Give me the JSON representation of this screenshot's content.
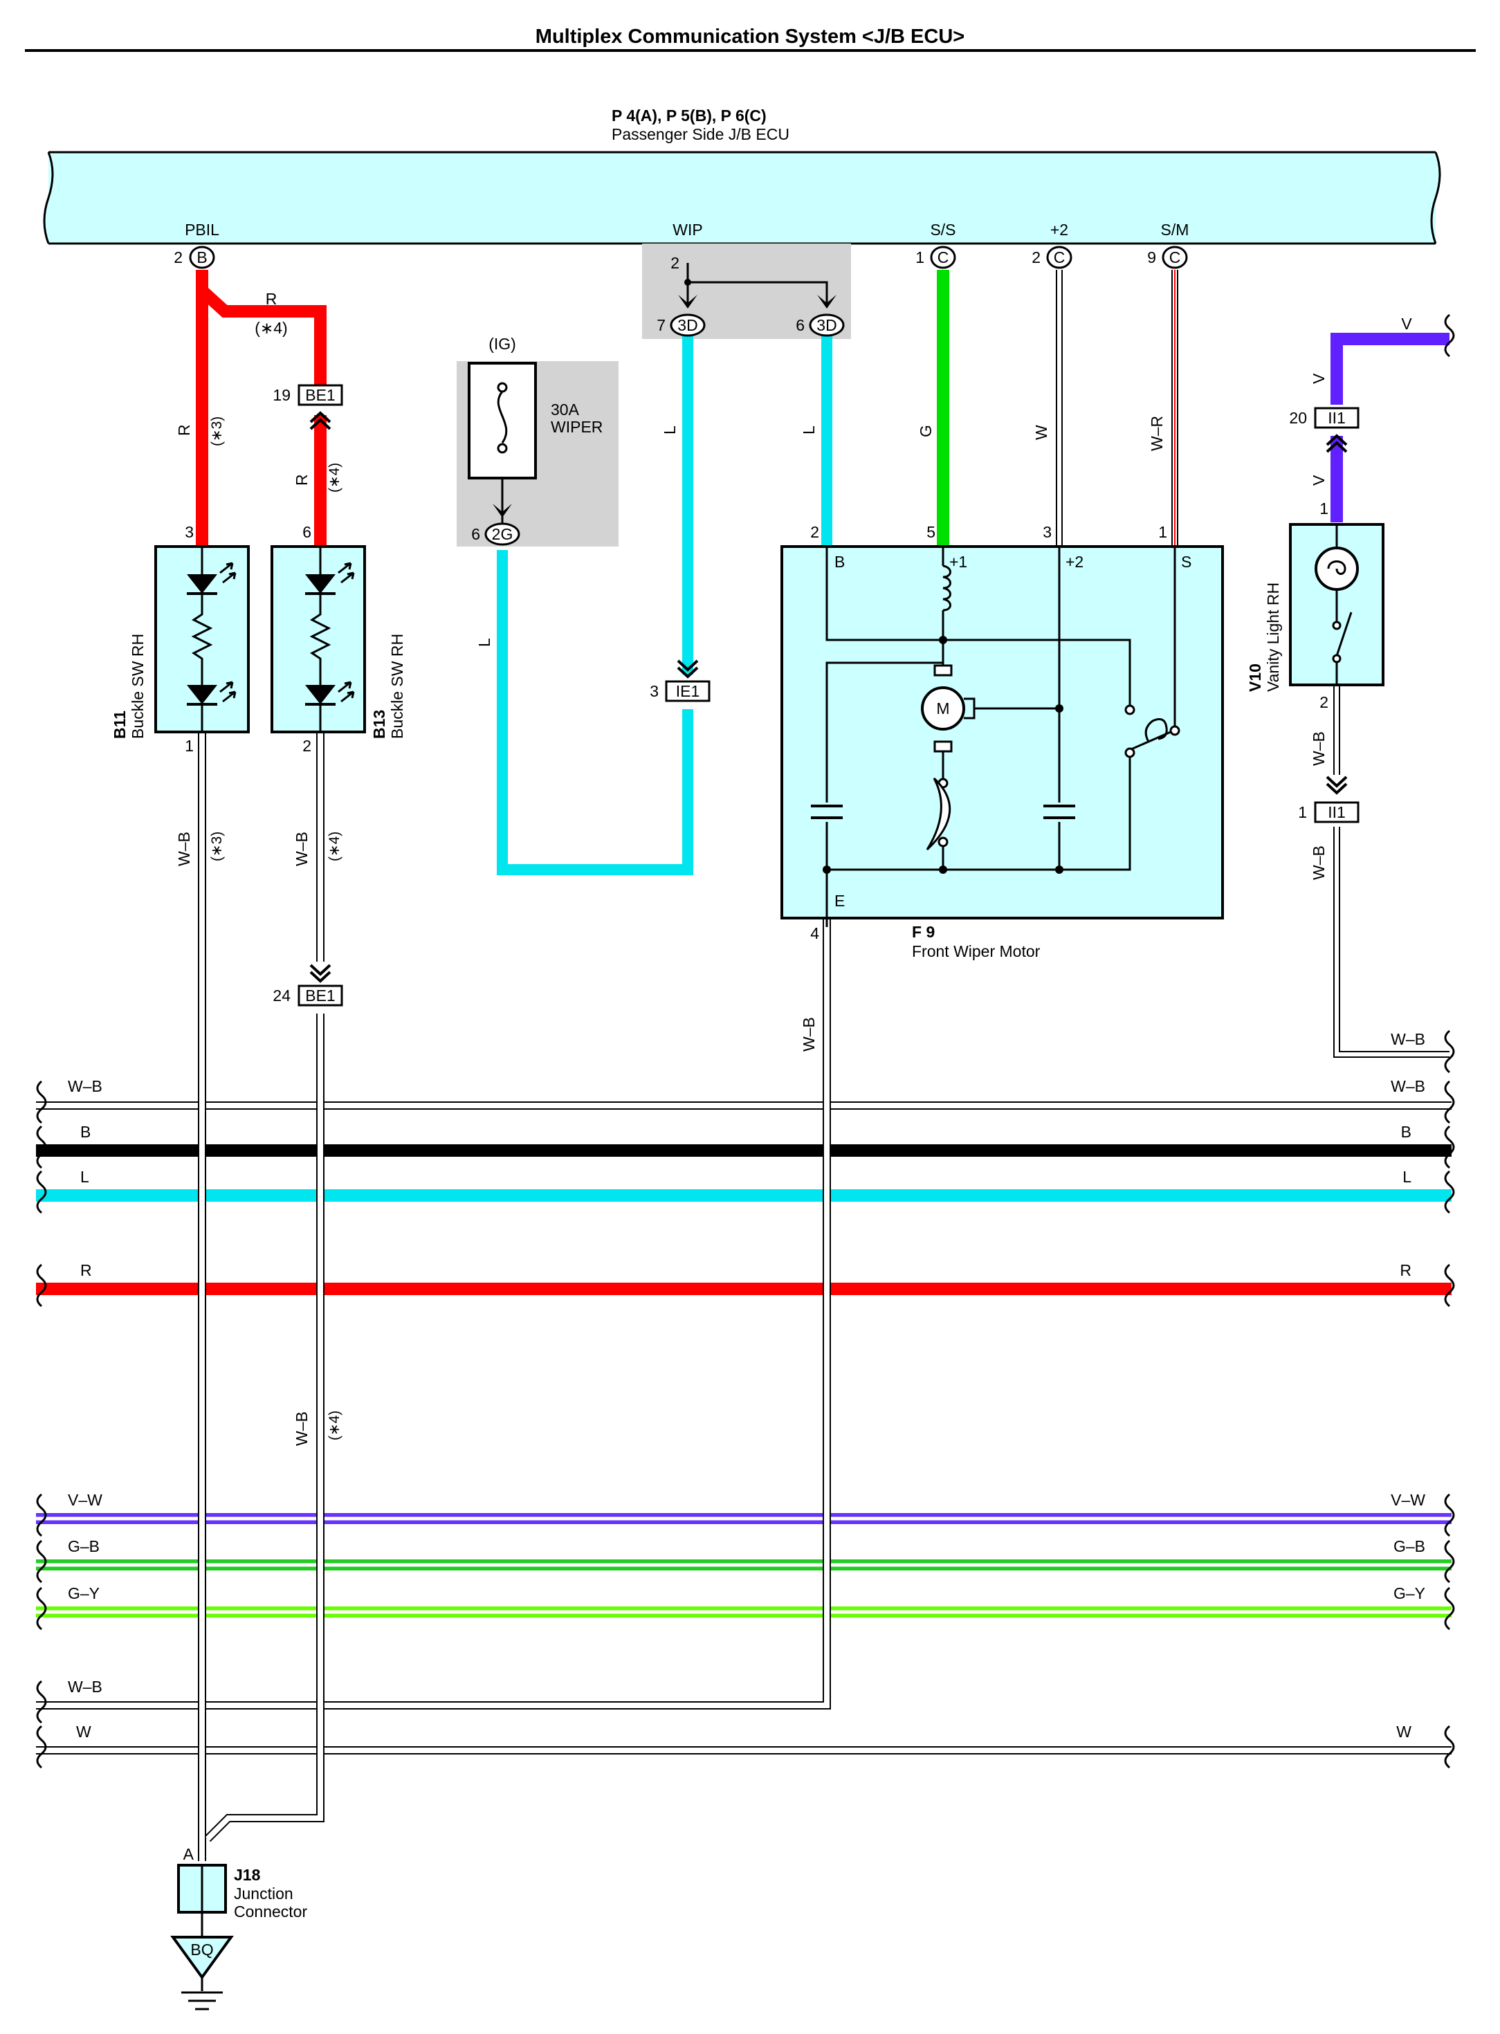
{
  "title": "Multiplex Communication System <J/B ECU>",
  "colors": {
    "ecu_fill": "#ccffff",
    "gray_box": "#d3d3d3",
    "R": "#ff0000",
    "L": "#00e5ee",
    "G": "#00e000",
    "B": "#000000",
    "V": "#6020ff",
    "VW_stripe": "#6633ff",
    "GB_stripe": "#22cc22",
    "GY_stripe": "#66ff00",
    "W_R_stripe": "#ff0000"
  },
  "ecu": {
    "code": "P 4(A), P 5(B), P 6(C)",
    "name": "Passenger Side J/B ECU",
    "terminals": [
      {
        "id": "pbil",
        "name": "PBIL",
        "pin": "2",
        "conn": "B"
      },
      {
        "id": "wip",
        "name": "WIP",
        "pin": "",
        "conn": ""
      },
      {
        "id": "ss",
        "name": "S/S",
        "pin": "1",
        "conn": "C"
      },
      {
        "id": "p2",
        "name": "+2",
        "pin": "2",
        "conn": "C"
      },
      {
        "id": "sm",
        "name": "S/M",
        "pin": "9",
        "conn": "C"
      }
    ],
    "wip_pin": "2",
    "wip_3d_left_pin": "7",
    "wip_3d_left_conn": "3D",
    "wip_3d_right_pin": "6",
    "wip_3d_right_conn": "3D"
  },
  "fuse": {
    "circuit": "(IG)",
    "rating": "30A",
    "name": "WIPER",
    "pin": "6",
    "conn": "2G"
  },
  "junctions": {
    "be1_top_pin": "19",
    "be1_top_conn": "BE1",
    "be1_bot_pin": "24",
    "be1_bot_conn": "BE1",
    "ie1_pin": "3",
    "ie1_conn": "IE1",
    "ii1_top_pin": "20",
    "ii1_top_conn": "II1",
    "ii1_bot_pin": "1",
    "ii1_bot_conn": "II1"
  },
  "components": {
    "b11": {
      "code": "B11",
      "name": "Buckle SW RH",
      "pin_top": "3",
      "pin_bot": "1"
    },
    "b13": {
      "code": "B13",
      "name": "Buckle SW RH",
      "pin_top": "6",
      "pin_bot": "2"
    },
    "f9": {
      "code": "F 9",
      "name": "Front Wiper Motor",
      "term_b": "B",
      "term_p1": "+1",
      "term_p2": "+2",
      "term_s": "S",
      "term_e": "E",
      "pin_b": "2",
      "pin_p1": "5",
      "pin_p2": "3",
      "pin_s": "1",
      "pin_e": "4",
      "motor_label": "M"
    },
    "v10": {
      "code": "V10",
      "name": "Vanity Light RH",
      "pin_top": "1",
      "pin_bot": "2"
    },
    "j18": {
      "code": "J18",
      "name_line1": "Junction",
      "name_line2": "Connector",
      "pin": "A"
    },
    "ground": {
      "label": "BQ"
    }
  },
  "wire_labels": {
    "r": "R",
    "r_note4": "(∗4)",
    "r_note3": "(∗3)",
    "l": "L",
    "g": "G",
    "w": "W",
    "wr": "W–R",
    "v": "V",
    "wb": "W–B",
    "wb_note3": "(∗3)",
    "wb_note4": "(∗4)"
  },
  "bus_wires": [
    {
      "label": "W–B",
      "right_label": "W–B",
      "color": "#ffffff",
      "outline": true
    },
    {
      "label": "B",
      "right_label": "B",
      "color": "#000000"
    },
    {
      "label": "L",
      "right_label": "L",
      "color": "#00e5ee"
    },
    {
      "label": "R",
      "right_label": "R",
      "color": "#ff0000"
    },
    {
      "label": "V–W",
      "right_label": "V–W",
      "color": "#6633ff",
      "stripe": true
    },
    {
      "label": "G–B",
      "right_label": "G–B",
      "color": "#22cc22",
      "stripe": true
    },
    {
      "label": "G–Y",
      "right_label": "G–Y",
      "color": "#66ff00",
      "stripe": true
    },
    {
      "label": "W–B",
      "right_label": "",
      "color": "#ffffff",
      "outline": true
    },
    {
      "label": "W",
      "right_label": "W",
      "color": "#ffffff",
      "outline": true
    }
  ],
  "v10_wb_right_label": "W–B"
}
